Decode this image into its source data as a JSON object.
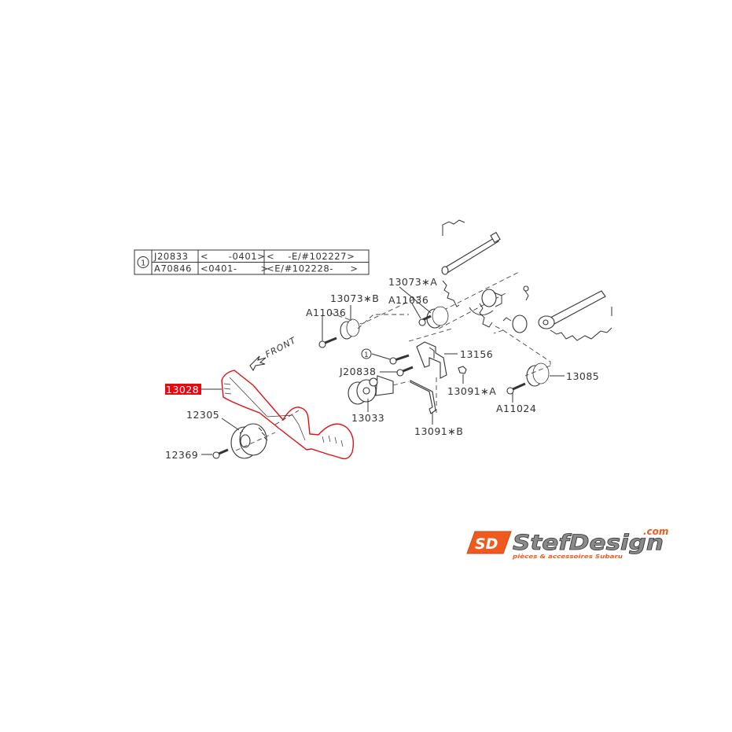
{
  "reference_table": {
    "circle_ref": "1",
    "rows": [
      {
        "part": "J20833",
        "date_range": "<      -0401>",
        "engine_range": "<    -E/#102227>"
      },
      {
        "part": "A70846",
        "date_range": "<0401-       >",
        "engine_range": "<E/#102228-     >"
      }
    ]
  },
  "orientation": {
    "label": "FRONT"
  },
  "callouts": {
    "belt": "13028",
    "crank_pulley": "12305",
    "crank_bolt": "12369",
    "idler_b": "13073∗B",
    "idler_b_bolt": "A11036",
    "idler_a": "13073∗A",
    "idler_a_bolt": "A11036",
    "ref_bolt": "1",
    "tensioner_bolt": "J20838",
    "tensioner_pulley": "13033",
    "tensioner_bracket": "13156",
    "tensioner_clip_a": "13091∗A",
    "tensioner_rod_b": "13091∗B",
    "cam_sprocket": "13085",
    "sprocket_bolt": "A11024"
  },
  "highlight": {
    "part": "13028",
    "color": "#e8080f"
  },
  "logo": {
    "mark": "SD",
    "name": "StefDesign",
    "tld": ".com",
    "tagline": "pièces & accessoires Subaru",
    "brand_color": "#f05a1e"
  }
}
